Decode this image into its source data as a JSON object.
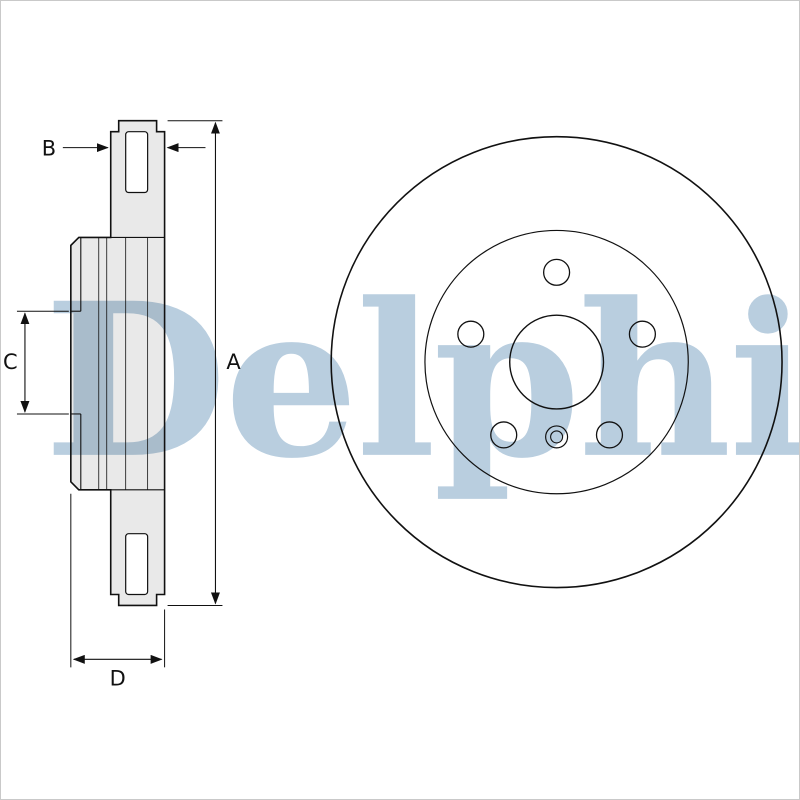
{
  "watermark": {
    "text": "Delphi"
  },
  "colors": {
    "watermark": "#b9cedf",
    "line": "#111111",
    "section_fill": "#e9e9e9",
    "background": "#ffffff"
  },
  "dimensions": {
    "a": "A",
    "b": "B",
    "c": "C",
    "d": "D"
  }
}
